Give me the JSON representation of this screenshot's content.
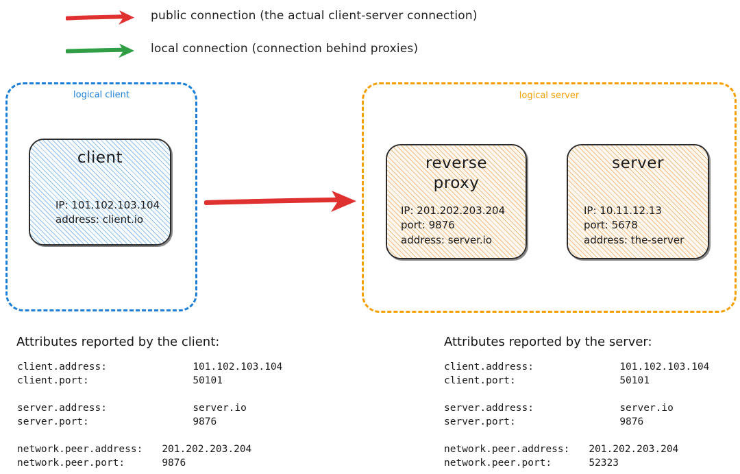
{
  "legend": {
    "items": [
      {
        "icon": "arrow-right-icon",
        "color": "#e03131",
        "label": "public connection (the actual client-server connection)"
      },
      {
        "icon": "arrow-right-icon",
        "color": "#2f9e44",
        "label": "local connection (connection behind proxies)"
      }
    ]
  },
  "diagram": {
    "client_group": {
      "caption": "logical client",
      "border_color": "#1c7ed6",
      "node": {
        "title": "client",
        "lines": [
          "IP: 101.102.103.104",
          "address: client.io"
        ],
        "fill_color": "#e7f2fb"
      }
    },
    "server_group": {
      "caption": "logical server",
      "border_color": "#f59f00",
      "nodes": [
        {
          "title": "reverse proxy",
          "lines": [
            "IP: 201.202.203.204",
            "port: 9876",
            "address: server.io"
          ],
          "fill_color": "#fdf2e3"
        },
        {
          "title": "server",
          "lines": [
            "IP: 10.11.12.13",
            "port: 5678",
            "address: the-server"
          ],
          "fill_color": "#fdf2e3"
        }
      ]
    },
    "connection_arrow": {
      "icon": "arrow-right-icon",
      "color": "#e03131"
    }
  },
  "attributes": {
    "client_panel": {
      "title": "Attributes reported by the client:",
      "groups": [
        [
          {
            "key": "client.address:",
            "value": "101.102.103.104"
          },
          {
            "key": "client.port:",
            "value": "50101"
          }
        ],
        [
          {
            "key": "server.address:",
            "value": "server.io"
          },
          {
            "key": "server.port:",
            "value": "9876"
          }
        ],
        [
          {
            "key": "network.peer.address:",
            "value": "201.202.203.204"
          },
          {
            "key": "network.peer.port:",
            "value": "9876"
          }
        ]
      ]
    },
    "server_panel": {
      "title": "Attributes reported by the server:",
      "groups": [
        [
          {
            "key": "client.address:",
            "value": "101.102.103.104"
          },
          {
            "key": "client.port:",
            "value": "50101"
          }
        ],
        [
          {
            "key": "server.address:",
            "value": "server.io"
          },
          {
            "key": "server.port:",
            "value": "9876"
          }
        ],
        [
          {
            "key": "network.peer.address:",
            "value": "201.202.203.204"
          },
          {
            "key": "network.peer.port:",
            "value": "52323"
          }
        ]
      ]
    }
  }
}
